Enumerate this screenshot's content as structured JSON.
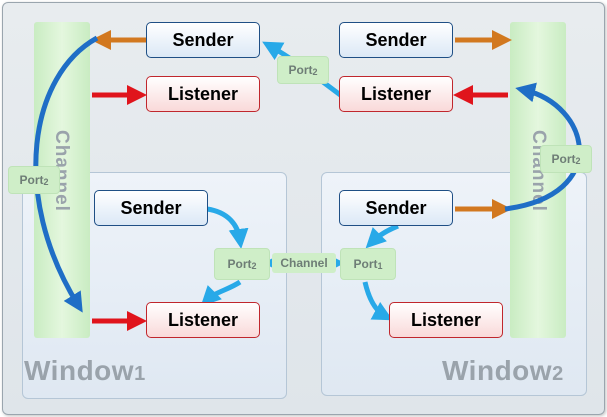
{
  "labels": {
    "sender": "Sender",
    "listener": "Listener",
    "channel": "Channel",
    "port": "Port",
    "window": "Window"
  },
  "subscripts": {
    "one": "1",
    "two": "2"
  },
  "colors": {
    "send_arrow": "#d2781f",
    "listen_arrow": "#e0141c",
    "channel_arrow_dark": "#1f6ec6",
    "channel_arrow_light": "#28a9e8",
    "channel_bar": "#d6f2cf"
  }
}
